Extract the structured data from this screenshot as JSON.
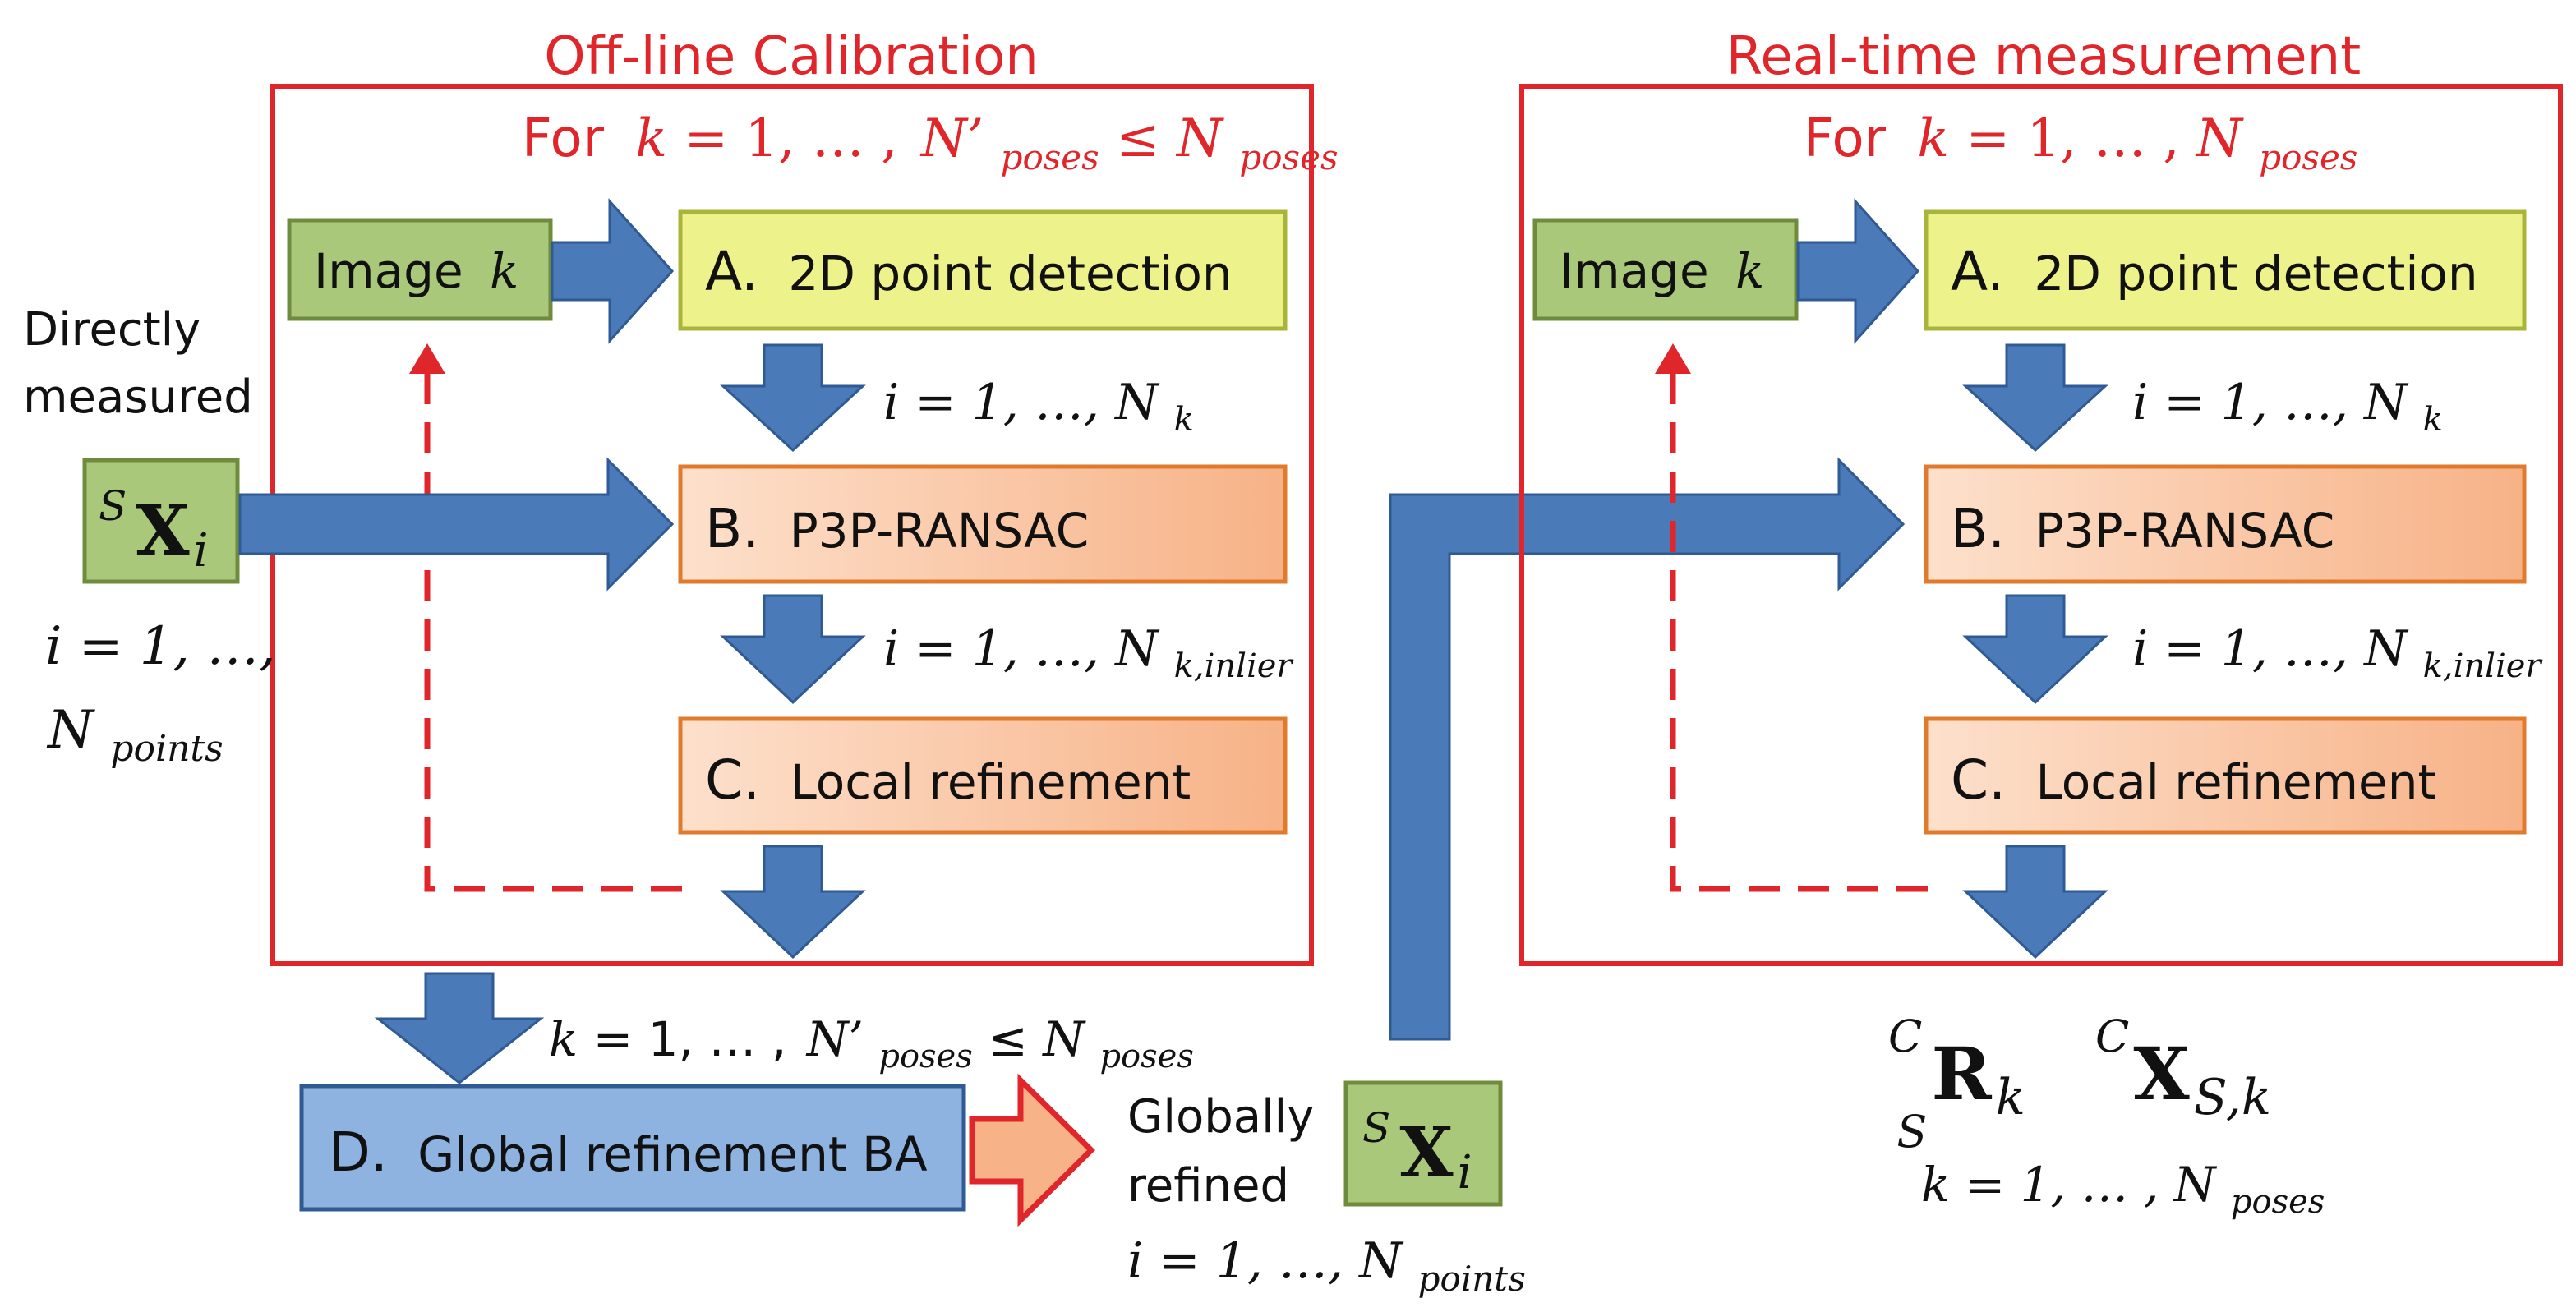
{
  "offline": {
    "title": "Off-line Calibration",
    "loop_for": "For",
    "loop_k": "k",
    "loop_eq": " = 1, … ,",
    "loop_N": "N’",
    "loop_N_sub": "poses",
    "loop_leq": " ≤ ",
    "loop_N2": "N",
    "loop_N2_sub": "poses",
    "image_label": "Image",
    "image_k": "k",
    "box_a_letter": "A.",
    "box_a": "2D point detection",
    "box_b_letter": "B.",
    "box_b": "P3P-RANSAC",
    "box_c_letter": "C.",
    "box_c": "Local refinement",
    "idx_ab_prefix": "i = 1, …, ",
    "idx_ab_N": "N",
    "idx_ab_sub": "k",
    "idx_bc_prefix": "i = 1, …, ",
    "idx_bc_N": "N",
    "idx_bc_sub": "k,inlier"
  },
  "left": {
    "directly": "Directly",
    "measured": "measured",
    "x_sup": "S",
    "x_main": "X",
    "x_sub": "i",
    "idx_prefix": "i = 1, …,",
    "idx_N": "N",
    "idx_sub": "points"
  },
  "global": {
    "k_label_k": "k",
    "k_label_eq": " = 1, … ,",
    "k_label_N": "N’",
    "k_label_N_sub": "poses",
    "k_label_leq": " ≤ ",
    "k_label_N2": "N",
    "k_label_N2_sub": "poses",
    "box_d_letter": "D.",
    "box_d": "Global refinement BA",
    "globally": "Globally",
    "refined": "refined",
    "x_sup": "S",
    "x_main": "X",
    "x_sub": "i",
    "idx_prefix": "i = 1, …, ",
    "idx_N": "N",
    "idx_sub": "points"
  },
  "realtime": {
    "title": "Real-time measurement",
    "loop_for": "For",
    "loop_k": "k",
    "loop_eq": " = 1, … , ",
    "loop_N": "N",
    "loop_N_sub": "poses",
    "image_label": "Image",
    "image_k": "k",
    "box_a_letter": "A.",
    "box_a": "2D point detection",
    "box_b_letter": "B.",
    "box_b": "P3P-RANSAC",
    "box_c_letter": "C.",
    "box_c": "Local refinement",
    "idx_ab_prefix": "i = 1, …, ",
    "idx_ab_N": "N",
    "idx_ab_sub": "k",
    "idx_bc_prefix": "i = 1, …, ",
    "idx_bc_N": "N",
    "idx_bc_sub": "k,inlier"
  },
  "output": {
    "r_sup": "C",
    "r_pre": "S",
    "r_main": "R",
    "r_sub": "k",
    "x_sup": "C",
    "x_main": "X",
    "x_sub": "S,k",
    "idx_prefix": "k = 1, … , ",
    "idx_N": "N",
    "idx_sub": "poses"
  },
  "colors": {
    "frame_red": "#e0262a",
    "arrow_blue": "#4a7ab8",
    "image_green": "#a9c87a",
    "detect_yellow": "#eef28a",
    "orange_box": "#f6bb93",
    "blue_box": "#8fb3e0"
  }
}
